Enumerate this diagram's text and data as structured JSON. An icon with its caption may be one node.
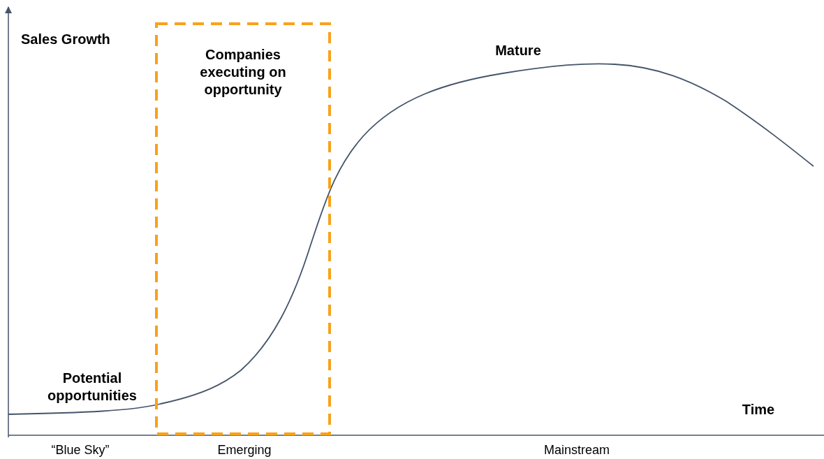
{
  "diagram": {
    "nodes": [
      {
        "text": [
          "Companies executing on opportunity"
        ]
      }
    ],
    "labels": [
      "Sales Growth",
      "Mature",
      "Potential opportunities",
      "Time",
      "“Blue Sky”",
      "Emerging",
      "Mainstream"
    ]
  }
}
